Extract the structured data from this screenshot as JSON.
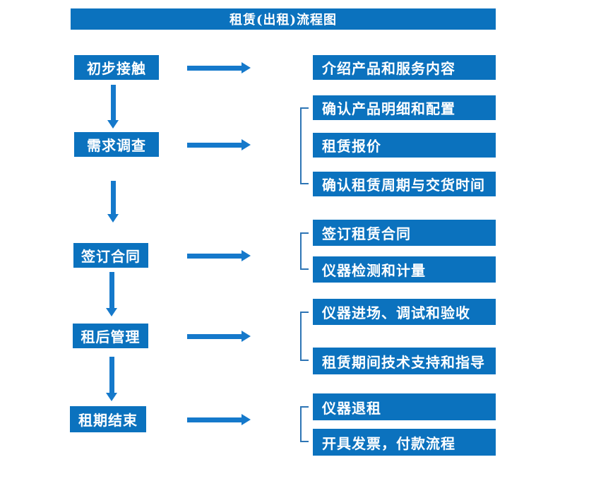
{
  "title": "租赁(出租)流程图",
  "colors": {
    "box-blue": "#0b72be",
    "arrow-blue": "#1579cb",
    "bracket-blue": "#2e75b5",
    "text-white": "#ffffff"
  },
  "left_steps": [
    {
      "label": "初步接触"
    },
    {
      "label": "需求调查"
    },
    {
      "label": "签订合同"
    },
    {
      "label": "租后管理"
    },
    {
      "label": "租期结束"
    }
  ],
  "right_boxes": [
    {
      "label": "介绍产品和服务内容"
    },
    {
      "label": "确认产品明细和配置"
    },
    {
      "label": "租赁报价"
    },
    {
      "label": "确认租赁周期与交货时间"
    },
    {
      "label": "签订租赁合同"
    },
    {
      "label": "仪器检测和计量"
    },
    {
      "label": "仪器进场、调试和验收"
    },
    {
      "label": "租赁期间技术支持和指导"
    },
    {
      "label": "仪器退租"
    },
    {
      "label": "开具发票，付款流程"
    }
  ]
}
